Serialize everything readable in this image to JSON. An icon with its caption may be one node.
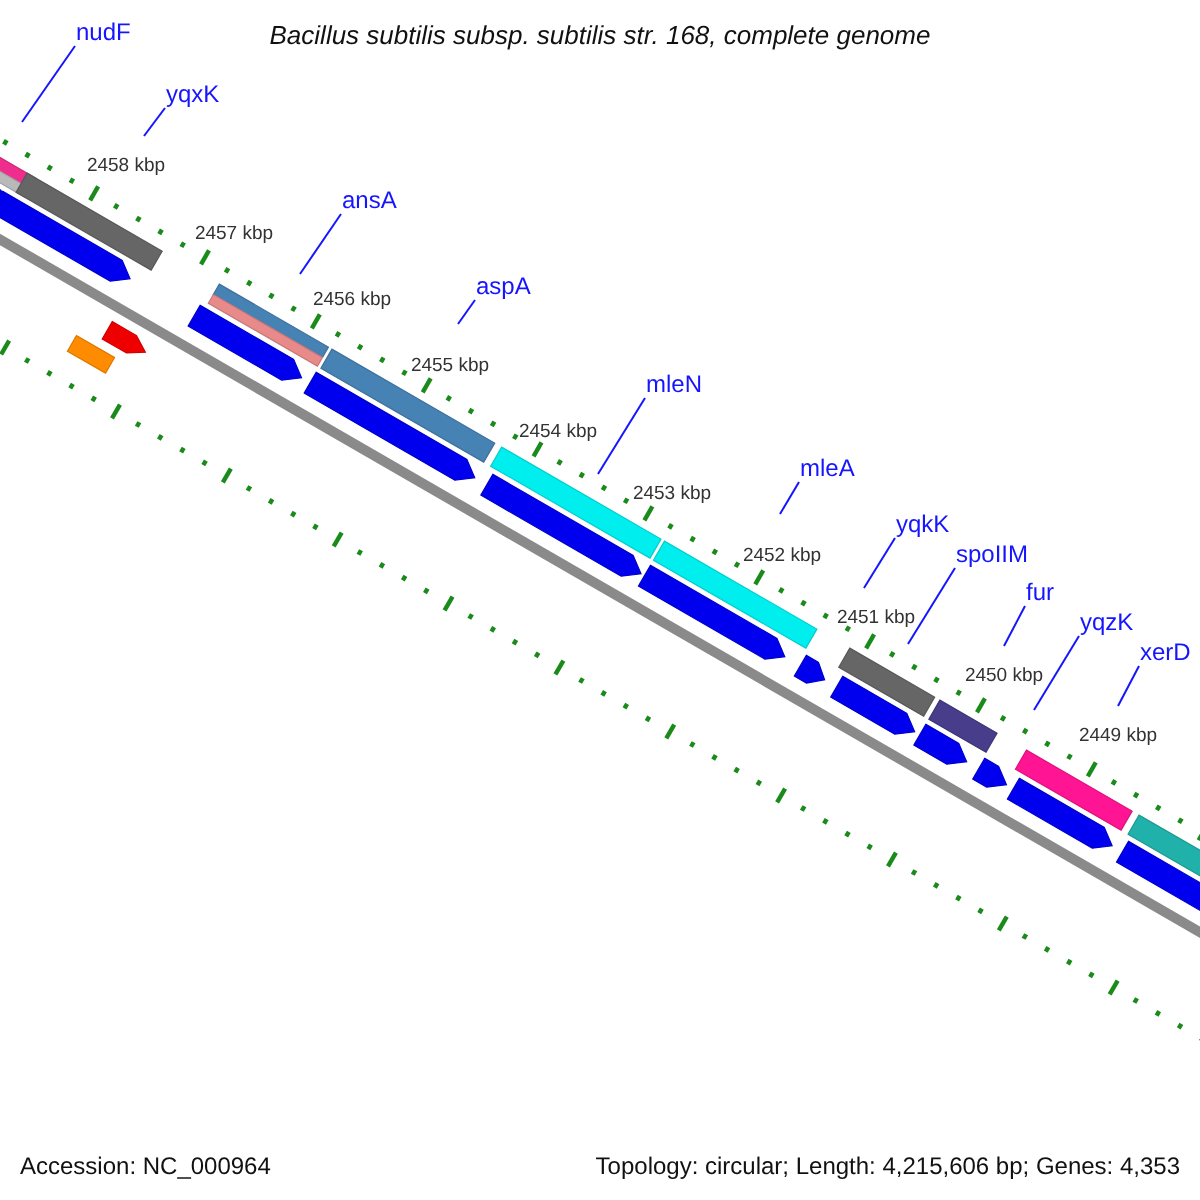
{
  "diagram": {
    "title": "Bacillus subtilis subsp. subtilis str. 168, complete genome",
    "nodes": [
      {
        "text": [
          "nudF"
        ]
      },
      {
        "text": [
          "yqxK"
        ]
      },
      {
        "text": [
          "ansA"
        ]
      },
      {
        "text": [
          "aspA"
        ]
      },
      {
        "text": [
          "mleN"
        ]
      },
      {
        "text": [
          "mleA"
        ]
      },
      {
        "text": [
          "yqkK"
        ]
      },
      {
        "text": [
          "spoIIM"
        ]
      },
      {
        "text": [
          "fur"
        ]
      },
      {
        "text": [
          "yqzK"
        ]
      },
      {
        "text": [
          "xerD"
        ]
      }
    ],
    "edges": [
      {
        "from": 0,
        "to": null,
        "arrow": "none"
      },
      {
        "from": 1,
        "to": null,
        "arrow": "none"
      },
      {
        "from": 2,
        "to": null,
        "arrow": "none"
      },
      {
        "from": 3,
        "to": null,
        "arrow": "none"
      },
      {
        "from": 4,
        "to": null,
        "arrow": "none"
      },
      {
        "from": 5,
        "to": null,
        "arrow": "none"
      },
      {
        "from": 6,
        "to": null,
        "arrow": "none"
      },
      {
        "from": 7,
        "to": null,
        "arrow": "none"
      },
      {
        "from": 8,
        "to": null,
        "arrow": "none"
      },
      {
        "from": 9,
        "to": null,
        "arrow": "none"
      },
      {
        "from": 10,
        "to": null,
        "arrow": "none"
      }
    ],
    "labels": [
      "2458 kbp",
      "2457 kbp",
      "2456 kbp",
      "2455 kbp",
      "2454 kbp",
      "2453 kbp",
      "2452 kbp",
      "2451 kbp",
      "2450 kbp",
      "2449 kbp",
      "Accession: NC_000964",
      "Topology: circular; Length: 4,215,606 bp; Genes: 4,353"
    ]
  }
}
